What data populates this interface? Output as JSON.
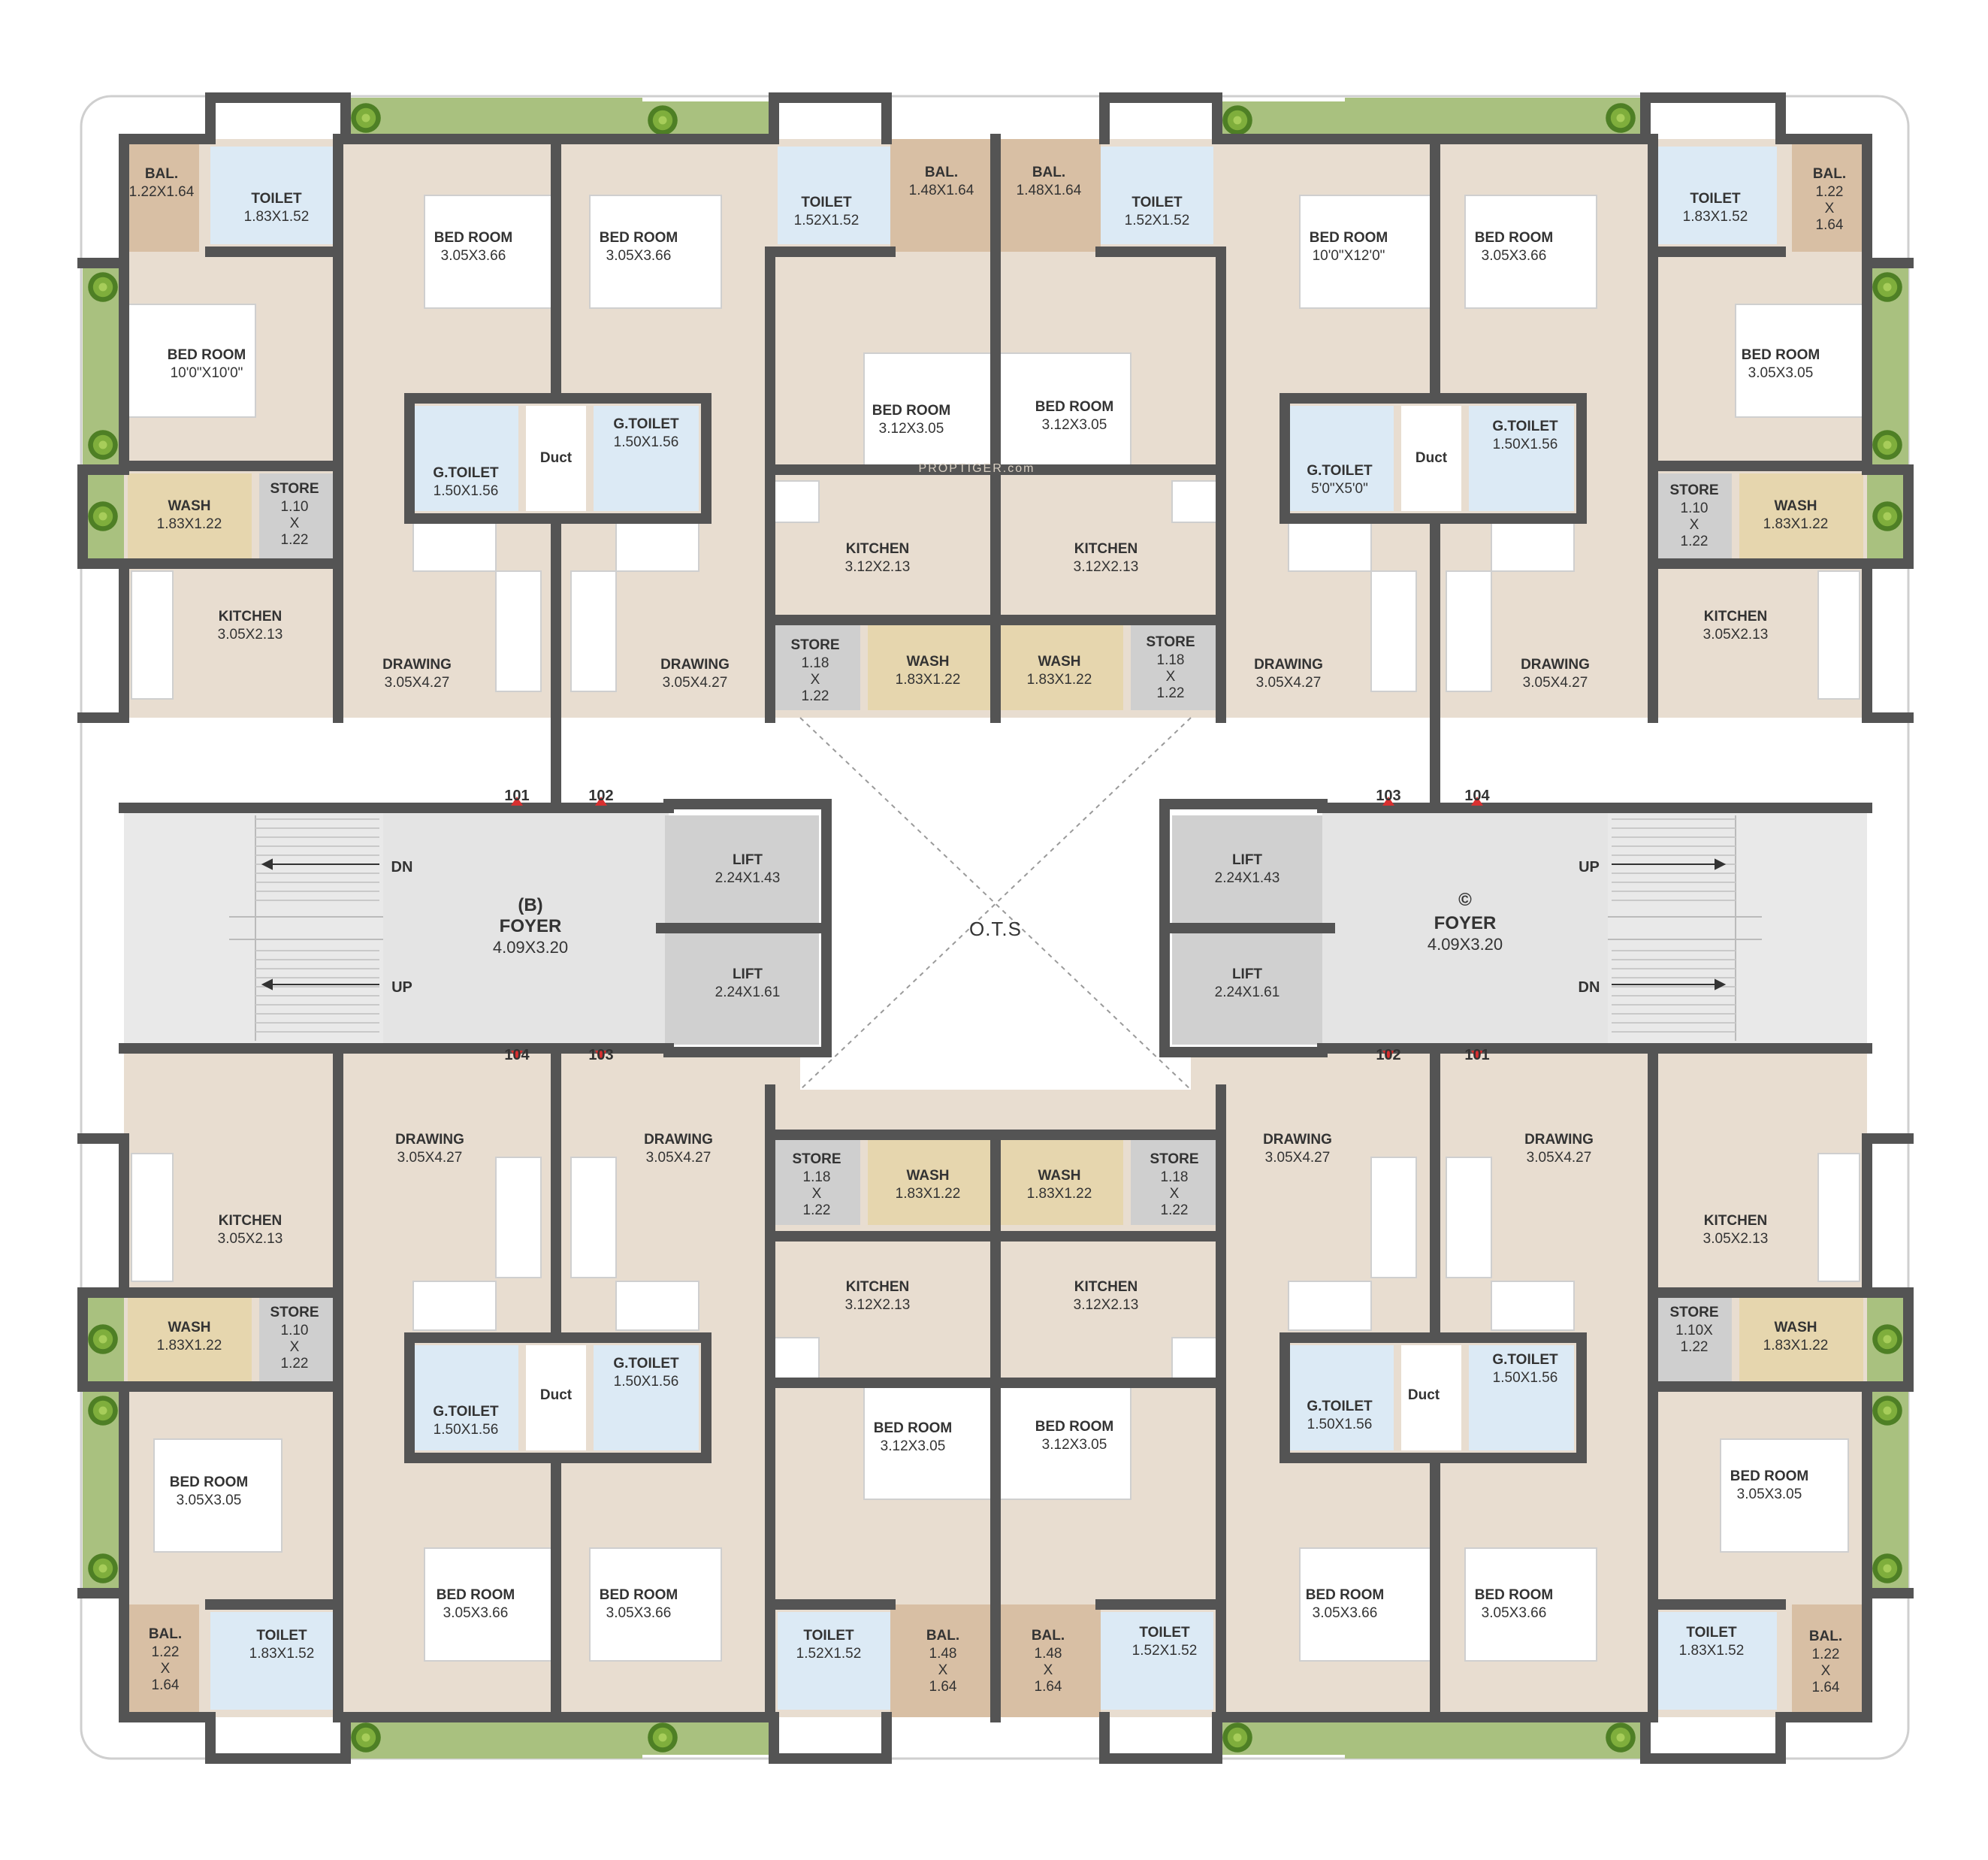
{
  "watermark": "PROPTIGER.com",
  "ots": "O.T.S",
  "colors": {
    "floor": "#e8ddd0",
    "wall": "#545454",
    "toilet": "#dceaf5",
    "wash": "#e6d6ae",
    "store": "#cfcfcf",
    "balcony": "#d8bfa4",
    "foyer": "#e4e4e4",
    "lift": "#d0d0d0",
    "garden": "#a9c17f",
    "tree": "#5f8f2f"
  },
  "foyers": {
    "b": {
      "name": "(B)",
      "label": "FOYER",
      "dims": "4.09X3.20"
    },
    "c": {
      "name": "©",
      "label": "FOYER",
      "dims": "4.09X3.20"
    }
  },
  "lifts": [
    {
      "name": "LIFT",
      "dims": "2.24X1.43"
    },
    {
      "name": "LIFT",
      "dims": "2.24X1.61"
    },
    {
      "name": "LIFT",
      "dims": "2.24X1.43"
    },
    {
      "name": "LIFT",
      "dims": "2.24X1.61"
    }
  ],
  "stairs": {
    "dn": "DN",
    "up": "UP"
  },
  "unit_numbers": {
    "top_left_a": "101",
    "top_left_b": "102",
    "top_right_a": "103",
    "top_right_b": "104",
    "bottom_left_a": "104",
    "bottom_left_b": "103",
    "bottom_right_a": "102",
    "bottom_right_b": "101"
  },
  "rooms": {
    "tl": {
      "bal": {
        "name": "BAL.",
        "dims": "1.22X1.64"
      },
      "toilet": {
        "name": "TOILET",
        "dims": "1.83X1.52"
      },
      "bed_outer": {
        "name": "BED ROOM",
        "dims": "10'0\"X10'0\""
      },
      "bed_top": {
        "name": "BED ROOM",
        "dims": "3.05X3.66"
      },
      "gtoilet": {
        "name": "G.TOILET",
        "dims": "1.50X1.56"
      },
      "wash": {
        "name": "WASH",
        "dims": "1.83X1.22"
      },
      "store": {
        "name": "STORE",
        "l1": "1.10",
        "l2": "X",
        "l3": "1.22"
      },
      "kitchen": {
        "name": "KITCHEN",
        "dims": "3.05X2.13"
      },
      "drawing": {
        "name": "DRAWING",
        "dims": "3.05X4.27"
      }
    },
    "tlb": {
      "bed_top": {
        "name": "BED ROOM",
        "dims": "3.05X3.66"
      },
      "gtoilet": {
        "name": "G.TOILET",
        "dims": "1.50X1.56"
      },
      "drawing": {
        "name": "DRAWING",
        "dims": "3.05X4.27"
      },
      "duct": "Duct"
    },
    "tc": {
      "toilet_l": {
        "name": "TOILET",
        "dims": "1.52X1.52"
      },
      "bal_l": {
        "name": "BAL.",
        "dims": "1.48X1.64"
      },
      "bal_r": {
        "name": "BAL.",
        "dims": "1.48X1.64"
      },
      "toilet_r": {
        "name": "TOILET",
        "dims": "1.52X1.52"
      },
      "bed_l": {
        "name": "BED ROOM",
        "dims": "3.12X3.05"
      },
      "bed_r": {
        "name": "BED ROOM",
        "dims": "3.12X3.05"
      },
      "kitchen_l": {
        "name": "KITCHEN",
        "dims": "3.12X2.13"
      },
      "kitchen_r": {
        "name": "KITCHEN",
        "dims": "3.12X2.13"
      },
      "store_l": {
        "name": "STORE",
        "l1": "1.18",
        "l2": "X",
        "l3": "1.22"
      },
      "wash_l": {
        "name": "WASH",
        "dims": "1.83X1.22"
      },
      "wash_r": {
        "name": "WASH",
        "dims": "1.83X1.22"
      },
      "store_r": {
        "name": "STORE",
        "l1": "1.18",
        "l2": "X",
        "l3": "1.22"
      }
    },
    "tr": {
      "bed_top_a": {
        "name": "BED ROOM",
        "dims": "10'0\"X12'0\""
      },
      "bed_top_b": {
        "name": "BED ROOM",
        "dims": "3.05X3.66"
      },
      "toilet": {
        "name": "TOILET",
        "dims": "1.83X1.52"
      },
      "bal": {
        "name": "BAL.",
        "l1": "1.22",
        "l2": "X",
        "l3": "1.64"
      },
      "bed_outer": {
        "name": "BED ROOM",
        "dims": "3.05X3.05"
      },
      "gtoilet_a": {
        "name": "G.TOILET",
        "dims": "5'0\"X5'0\""
      },
      "gtoilet_b": {
        "name": "G.TOILET",
        "dims": "1.50X1.56"
      },
      "duct": "Duct",
      "store": {
        "name": "STORE",
        "l1": "1.10",
        "l2": "X",
        "l3": "1.22"
      },
      "wash": {
        "name": "WASH",
        "dims": "1.83X1.22"
      },
      "kitchen": {
        "name": "KITCHEN",
        "dims": "3.05X2.13"
      },
      "drawing_a": {
        "name": "DRAWING",
        "dims": "3.05X4.27"
      },
      "drawing_b": {
        "name": "DRAWING",
        "dims": "3.05X4.27"
      }
    },
    "bl": {
      "drawing_a": {
        "name": "DRAWING",
        "dims": "3.05X4.27"
      },
      "drawing_b": {
        "name": "DRAWING",
        "dims": "3.05X4.27"
      },
      "kitchen": {
        "name": "KITCHEN",
        "dims": "3.05X2.13"
      },
      "wash": {
        "name": "WASH",
        "dims": "1.83X1.22"
      },
      "store": {
        "name": "STORE",
        "l1": "1.10",
        "l2": "X",
        "l3": "1.22"
      },
      "gtoilet_a": {
        "name": "G.TOILET",
        "dims": "1.50X1.56"
      },
      "gtoilet_b": {
        "name": "G.TOILET",
        "dims": "1.50X1.56"
      },
      "duct": "Duct",
      "bed_outer": {
        "name": "BED ROOM",
        "dims": "3.05X3.05"
      },
      "bed_bot_a": {
        "name": "BED ROOM",
        "dims": "3.05X3.66"
      },
      "bed_bot_b": {
        "name": "BED ROOM",
        "dims": "3.05X3.66"
      },
      "bal": {
        "name": "BAL.",
        "l1": "1.22",
        "l2": "X",
        "l3": "1.64"
      },
      "toilet": {
        "name": "TOILET",
        "dims": "1.83X1.52"
      }
    },
    "bc": {
      "store_l": {
        "name": "STORE",
        "l1": "1.18",
        "l2": "X",
        "l3": "1.22"
      },
      "wash_l": {
        "name": "WASH",
        "dims": "1.83X1.22"
      },
      "wash_r": {
        "name": "WASH",
        "dims": "1.83X1.22"
      },
      "store_r": {
        "name": "STORE",
        "l1": "1.18",
        "l2": "X",
        "l3": "1.22"
      },
      "kitchen_l": {
        "name": "KITCHEN",
        "dims": "3.12X2.13"
      },
      "kitchen_r": {
        "name": "KITCHEN",
        "dims": "3.12X2.13"
      },
      "bed_l": {
        "name": "BED ROOM",
        "dims": "3.12X3.05"
      },
      "bed_r": {
        "name": "BED ROOM",
        "dims": "3.12X3.05"
      },
      "toilet_l": {
        "name": "TOILET",
        "dims": "1.52X1.52"
      },
      "bal_l": {
        "name": "BAL.",
        "l1": "1.48",
        "l2": "X",
        "l3": "1.64"
      },
      "bal_r": {
        "name": "BAL.",
        "l1": "1.48",
        "l2": "X",
        "l3": "1.64"
      },
      "toilet_r": {
        "name": "TOILET",
        "dims": "1.52X1.52"
      }
    },
    "br": {
      "drawing_a": {
        "name": "DRAWING",
        "dims": "3.05X4.27"
      },
      "drawing_b": {
        "name": "DRAWING",
        "dims": "3.05X4.27"
      },
      "kitchen": {
        "name": "KITCHEN",
        "dims": "3.05X2.13"
      },
      "store": {
        "name": "STORE",
        "l1": "1.10X",
        "l2": "1.22"
      },
      "wash": {
        "name": "WASH",
        "dims": "1.83X1.22"
      },
      "gtoilet_a": {
        "name": "G.TOILET",
        "dims": "1.50X1.56"
      },
      "gtoilet_b": {
        "name": "G.TOILET",
        "dims": "1.50X1.56"
      },
      "duct": "Duct",
      "bed_outer": {
        "name": "BED ROOM",
        "dims": "3.05X3.05"
      },
      "bed_bot_a": {
        "name": "BED ROOM",
        "dims": "3.05X3.66"
      },
      "bed_bot_b": {
        "name": "BED ROOM",
        "dims": "3.05X3.66"
      },
      "toilet": {
        "name": "TOILET",
        "dims": "1.83X1.52"
      },
      "bal": {
        "name": "BAL.",
        "l1": "1.22",
        "l2": "X",
        "l3": "1.64"
      }
    }
  }
}
